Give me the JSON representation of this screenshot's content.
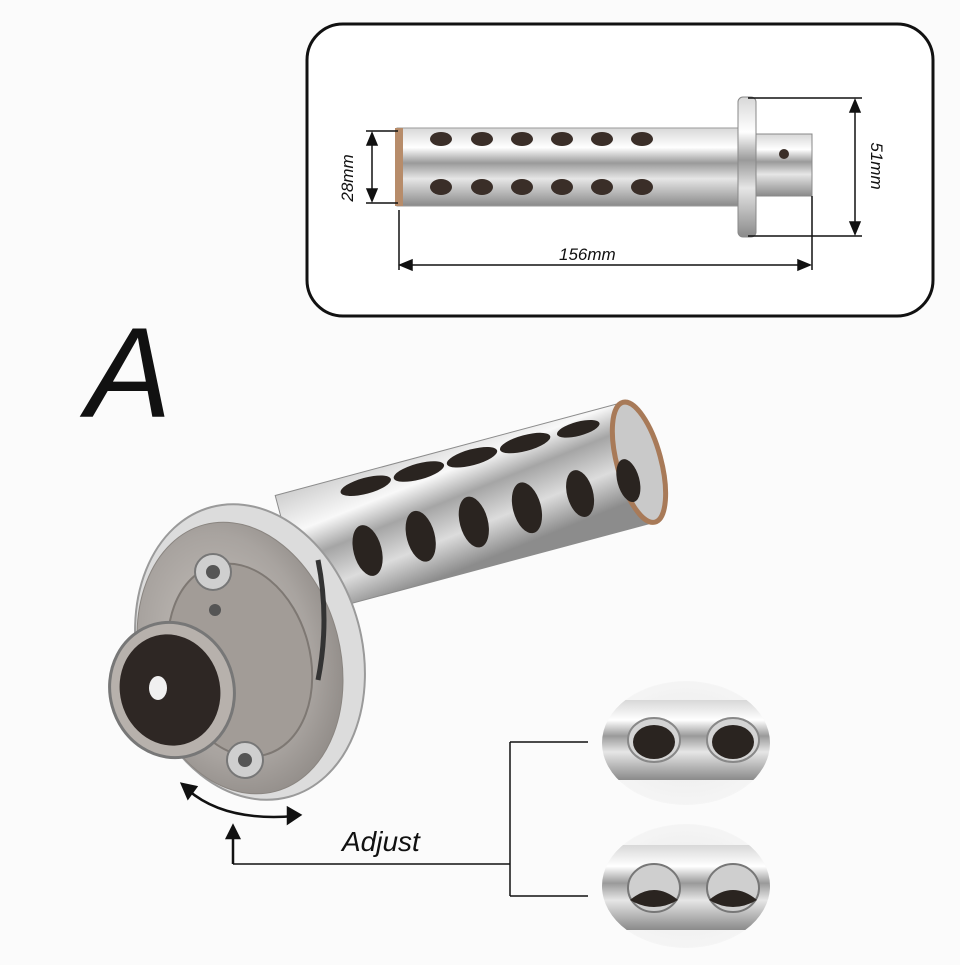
{
  "variant_label": "A",
  "dimensions": {
    "length": "156mm",
    "inner_diameter": "28mm",
    "flange_diameter": "51mm"
  },
  "adjust_label": "Adjust",
  "colors": {
    "steel_light": "#e8e8e8",
    "steel_mid": "#b9b9b9",
    "steel_dark": "#7a7a7a",
    "hole_dark": "#2a2420",
    "line": "#111111"
  }
}
